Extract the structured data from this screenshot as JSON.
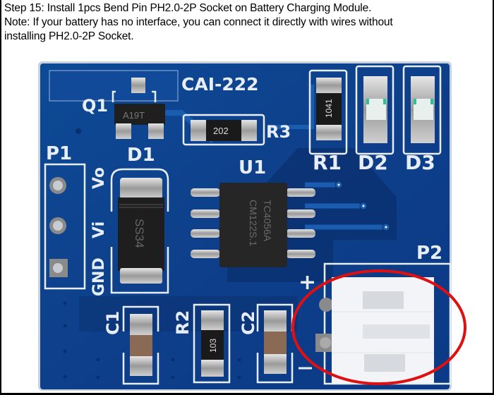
{
  "instructions": {
    "step_line": "Step 15: Install 1pcs Bend Pin PH2.0-2P Socket on Battery Charging Module.",
    "note_line_1": "Note: If your battery has no interface, you can connect it directly with wires without",
    "note_line_2": "installing PH2.0-2P Socket."
  },
  "board": {
    "model": "CAI-222",
    "colors": {
      "pcb": "#0e3f8a",
      "pcb_dark": "#0a2f6e",
      "silkscreen": "#e8eef8",
      "highlight": "#e01010",
      "connector": "#f2f4f8"
    },
    "labels": {
      "q1": "Q1",
      "d1": "D1",
      "r3": "R3",
      "u1": "U1",
      "r1": "R1",
      "d2": "D2",
      "d3": "D3",
      "p1": "P1",
      "p2": "P2",
      "c1": "C1",
      "r2": "R2",
      "c2": "C2",
      "vo": "Vo",
      "vi": "Vi",
      "gnd": "GND",
      "plus": "+",
      "minus": "-"
    },
    "markings": {
      "q1": "A19T",
      "r3": "202",
      "r1": "1041",
      "d1": "SS34",
      "u1_line1": "TC4056A",
      "u1_line2": "CM122S.1",
      "r2": "103"
    }
  }
}
